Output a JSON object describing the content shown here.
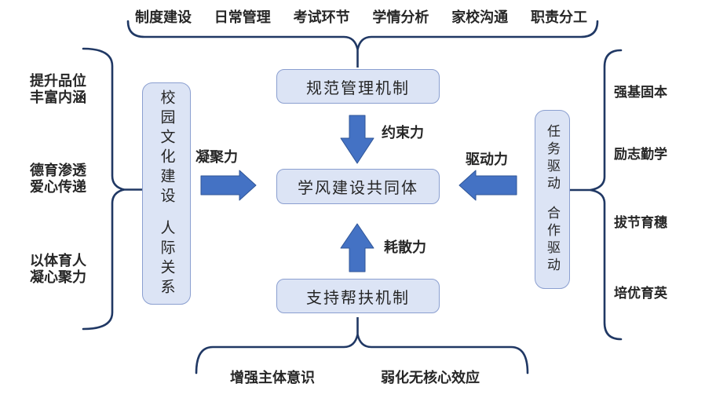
{
  "diagram": {
    "center_box": "学风建设共同体",
    "top_box": "规范管理机制",
    "bottom_box": "支持帮扶机制",
    "left_box": {
      "line1": "校园文化建设",
      "line2": "人际关系"
    },
    "right_box": {
      "line1": "任务驱动",
      "line2": "合作驱动"
    },
    "forces": {
      "constraint": "约束力",
      "dissipation": "耗散力",
      "cohesion": "凝聚力",
      "driving": "驱动力"
    },
    "top_items": [
      "制度建设",
      "日常管理",
      "考试环节",
      "学情分析",
      "家校沟通",
      "职责分工"
    ],
    "bottom_items": [
      "增强主体意识",
      "弱化无核心效应"
    ],
    "left_items": [
      [
        "提升品位",
        "丰富内涵"
      ],
      [
        "德育渗透",
        "爱心传递"
      ],
      [
        "以体育人",
        "凝心聚力"
      ]
    ],
    "right_items": [
      "强基固本",
      "励志勤学",
      "拔节育穗",
      "培优育英"
    ],
    "colors": {
      "box_fill": "#dce4f5",
      "box_border": "#8b9fd0",
      "arrow_fill": "#4472c4",
      "arrow_edge": "#2f5597",
      "brace": "#203864",
      "text": "#262626"
    }
  }
}
